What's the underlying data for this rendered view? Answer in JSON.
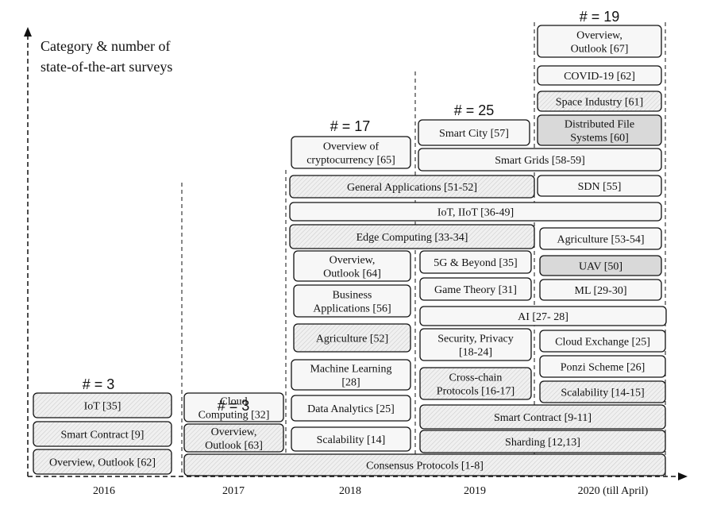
{
  "axis_title": [
    "Category & number of",
    "state-of-the-art surveys"
  ],
  "years": [
    "2016",
    "2017",
    "2018",
    "2019",
    "2020 (till April)"
  ],
  "counts": [
    "# = 3",
    "# = 3",
    "# = 17",
    "# = 25",
    "# = 19"
  ],
  "colors": {
    "fill_hatched": "#ececec",
    "fill_plain": "#f7f7f7",
    "fill_grey": "#d9d9d9",
    "stroke": "#111111"
  },
  "boxes": [
    {
      "id": "2016-iot",
      "lines": [
        "IoT [35]"
      ],
      "style": "hatched"
    },
    {
      "id": "2016-smart-contract",
      "lines": [
        "Smart Contract [9]"
      ],
      "style": "hatched"
    },
    {
      "id": "2016-overview",
      "lines": [
        "Overview, Outlook [62]"
      ],
      "style": "hatched"
    },
    {
      "id": "2017-cloud",
      "lines": [
        "Cloud",
        "Computing [32]"
      ],
      "style": "plain"
    },
    {
      "id": "2017-overview",
      "lines": [
        "Overview,",
        "Outlook [63]"
      ],
      "style": "hatched"
    },
    {
      "id": "consensus",
      "lines": [
        "Consensus Protocols [1-8]"
      ],
      "style": "hatched"
    },
    {
      "id": "2018-crypto",
      "lines": [
        "Overview of",
        "cryptocurrency [65]"
      ],
      "style": "plain"
    },
    {
      "id": "general-apps",
      "lines": [
        "General Applications [51-52]"
      ],
      "style": "hatched"
    },
    {
      "id": "iot-iiot",
      "lines": [
        "IoT, IIoT [36-49]"
      ],
      "style": "plain"
    },
    {
      "id": "edge",
      "lines": [
        "Edge Computing [33-34]"
      ],
      "style": "hatched"
    },
    {
      "id": "2018-overview",
      "lines": [
        "Overview,",
        "Outlook [64]"
      ],
      "style": "plain"
    },
    {
      "id": "business",
      "lines": [
        "Business",
        "Applications [56]"
      ],
      "style": "plain"
    },
    {
      "id": "2018-agri",
      "lines": [
        "Agriculture [52]"
      ],
      "style": "hatched"
    },
    {
      "id": "ml-2018",
      "lines": [
        "Machine Learning",
        "[28]"
      ],
      "style": "plain"
    },
    {
      "id": "data-analytics",
      "lines": [
        "Data Analytics [25]"
      ],
      "style": "plain"
    },
    {
      "id": "2018-scal",
      "lines": [
        "Scalability [14]"
      ],
      "style": "plain"
    },
    {
      "id": "smart-city",
      "lines": [
        "Smart City [57]"
      ],
      "style": "plain"
    },
    {
      "id": "smart-grids",
      "lines": [
        "Smart Grids [58-59]"
      ],
      "style": "plain"
    },
    {
      "id": "5g",
      "lines": [
        "5G & Beyond [35]"
      ],
      "style": "plain"
    },
    {
      "id": "game-theory",
      "lines": [
        "Game Theory [31]"
      ],
      "style": "plain"
    },
    {
      "id": "ai",
      "lines": [
        "AI [27- 28]"
      ],
      "style": "plain"
    },
    {
      "id": "security",
      "lines": [
        "Security, Privacy",
        "[18-24]"
      ],
      "style": "plain"
    },
    {
      "id": "crosschain",
      "lines": [
        "Cross-chain",
        "Protocols [16-17]"
      ],
      "style": "hatched"
    },
    {
      "id": "smart-contract-19",
      "lines": [
        "Smart Contract [9-11]"
      ],
      "style": "hatched"
    },
    {
      "id": "sharding",
      "lines": [
        "Sharding [12,13]"
      ],
      "style": "hatched"
    },
    {
      "id": "2020-overview",
      "lines": [
        "Overview,",
        "Outlook [67]"
      ],
      "style": "plain"
    },
    {
      "id": "covid",
      "lines": [
        "COVID-19 [62]"
      ],
      "style": "plain"
    },
    {
      "id": "space",
      "lines": [
        "Space Industry [61]"
      ],
      "style": "hatched"
    },
    {
      "id": "dfs",
      "lines": [
        "Distributed File",
        "Systems [60]"
      ],
      "style": "grey"
    },
    {
      "id": "sdn",
      "lines": [
        "SDN [55]"
      ],
      "style": "plain"
    },
    {
      "id": "agri-20",
      "lines": [
        "Agriculture [53-54]"
      ],
      "style": "plain"
    },
    {
      "id": "uav",
      "lines": [
        "UAV [50]"
      ],
      "style": "grey"
    },
    {
      "id": "ml-20",
      "lines": [
        "ML [29-30]"
      ],
      "style": "plain"
    },
    {
      "id": "cloud-exchange",
      "lines": [
        "Cloud Exchange [25]"
      ],
      "style": "plain"
    },
    {
      "id": "ponzi",
      "lines": [
        "Ponzi Scheme [26]"
      ],
      "style": "plain"
    },
    {
      "id": "scal-20",
      "lines": [
        "Scalability [14-15]"
      ],
      "style": "hatched"
    }
  ]
}
